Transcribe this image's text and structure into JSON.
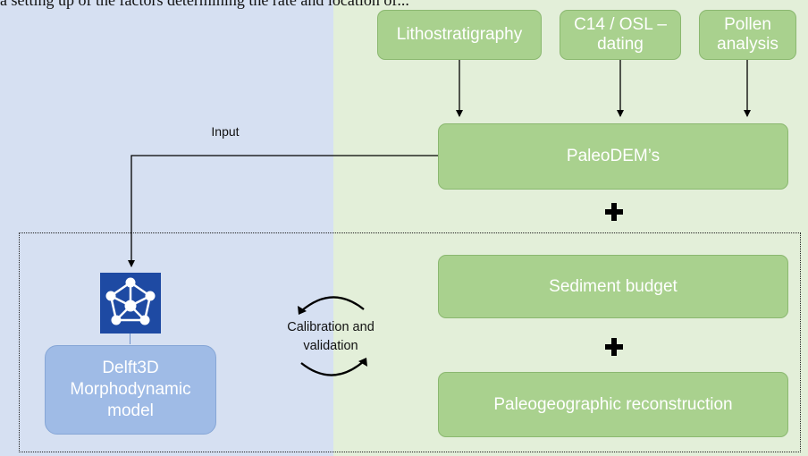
{
  "header_text": "a setting up of the factors determining the rate and location of...",
  "sources": [
    {
      "id": "litho",
      "label": "Lithostratigraphy"
    },
    {
      "id": "dating",
      "label": "C14 / OSL – dating"
    },
    {
      "id": "pollen",
      "label": "Pollen analysis"
    }
  ],
  "paleodem_label": "PaleoDEM’s",
  "input_label": "Input",
  "sediment_budget_label": "Sediment budget",
  "paleogeo_label": "Paleogeographic reconstruction",
  "model": {
    "label_lines": [
      "Delft3D",
      "Morphodynamic",
      "model"
    ]
  },
  "calibration_label": "Calibration and validation",
  "colors": {
    "green_box": "#a9d18e",
    "blue_panel": "#d6e0f2",
    "green_panel": "#e3efd9",
    "model_box": "#9fbbe6",
    "icon_bg": "#1e4aa3"
  },
  "icons": [
    "network-icon",
    "plus-icon",
    "circular-arrows-icon"
  ]
}
